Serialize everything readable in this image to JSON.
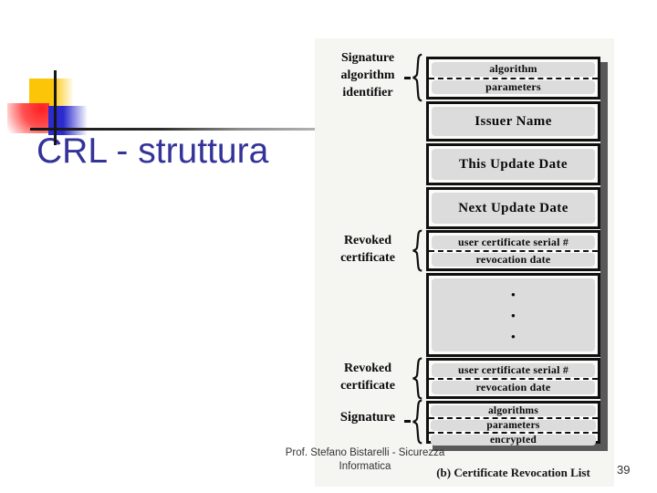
{
  "slide": {
    "title": "CRL - struttura",
    "footer": {
      "line1": "Prof. Stefano Bistarelli - Sicurezza",
      "line2": "Informatica"
    },
    "page_number": "39"
  },
  "diagram": {
    "caption": "(b) Certificate Revocation List",
    "side_labels": {
      "sig_alg": {
        "l1": "Signature",
        "l2": "algorithm",
        "l3": "identifier"
      },
      "revoked1": {
        "l1": "Revoked",
        "l2": "certificate"
      },
      "revoked2": {
        "l1": "Revoked",
        "l2": "certificate"
      },
      "signature": {
        "l1": "Signature"
      }
    },
    "boxes": {
      "sig_alg_id": {
        "row1": "algorithm",
        "row2": "parameters"
      },
      "issuer": {
        "row1": "Issuer Name"
      },
      "this_update": {
        "row1": "This Update Date"
      },
      "next_update": {
        "row1": "Next Update Date"
      },
      "revoked1": {
        "row1": "user certificate serial #",
        "row2": "revocation date"
      },
      "ellipsis": {
        "dot": "•"
      },
      "revoked2": {
        "row1": "user certificate serial #",
        "row2": "revocation date"
      },
      "signature": {
        "row1": "algorithms",
        "row2": "parameters",
        "row3": "encrypted"
      }
    }
  },
  "colors": {
    "title_text": "#333399",
    "accent_yellow": "#fcc508",
    "accent_red": "#fe1f1f",
    "accent_blue": "#2b2bd0",
    "cell_fill": "#dcdcdc",
    "table_border": "#101010",
    "table_shadow": "#595959",
    "figure_background": "#f5f5f2"
  }
}
